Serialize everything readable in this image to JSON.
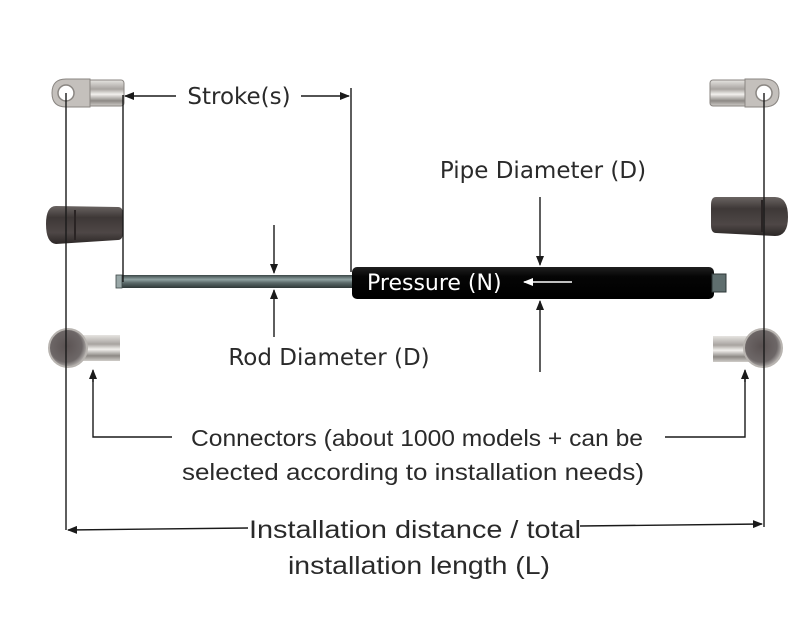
{
  "diagram": {
    "title": "Gas spring dimensions",
    "labels": {
      "stroke": "Stroke(s)",
      "pipe_diameter": "Pipe Diameter (D)",
      "pressure": "Pressure (N)",
      "rod_diameter": "Rod Diameter (D)",
      "connectors_line1": "Connectors (about 1000 models + can be",
      "connectors_line2": "selected according to installation needs)",
      "installation_line1": "Installation distance / total",
      "installation_line2": "installation length (L)"
    },
    "components": {
      "left_connectors": [
        "eyelet-connector",
        "plastic-cap-connector",
        "ball-socket-connector"
      ],
      "right_connectors": [
        "eyelet-connector",
        "plastic-cap-connector",
        "ball-socket-connector"
      ],
      "strut": [
        "piston-rod",
        "pressure-cylinder",
        "end-fitting"
      ]
    },
    "colors": {
      "line": "#1a1a1a",
      "cylinder": "#0a0a0a",
      "rod": "#5f6e6e",
      "metal": "#b9b6b2",
      "cap": "#4a4443",
      "text": "#2a2a2a"
    }
  }
}
